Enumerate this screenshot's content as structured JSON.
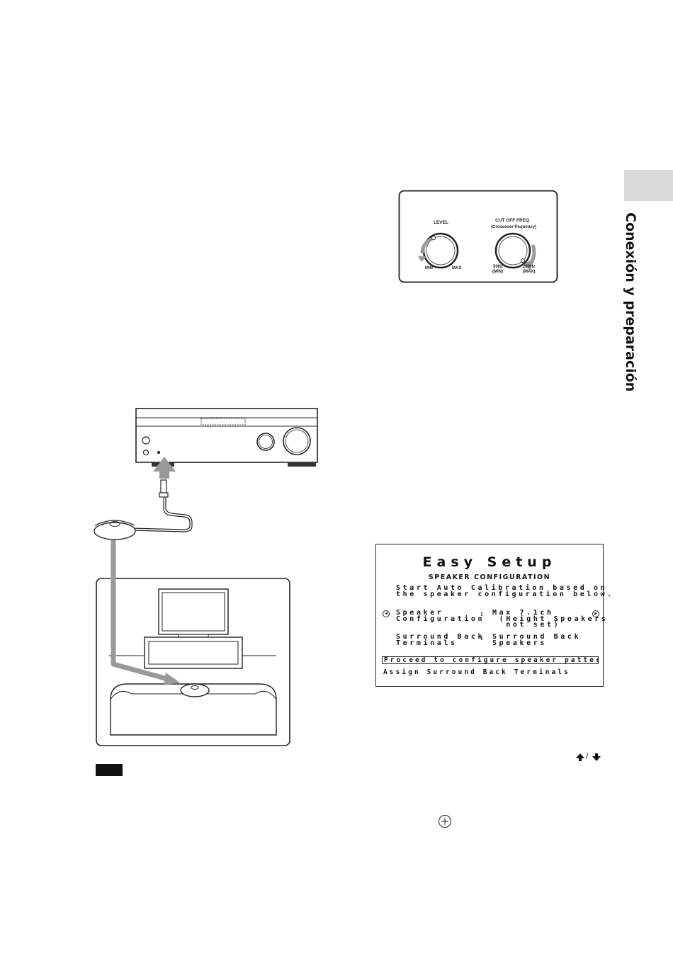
{
  "side_tab": {
    "title": "Conexión y preparación"
  },
  "knob_panel": {
    "level_label": "LEVEL",
    "level_min": "MIN",
    "level_max": "MAX",
    "cutoff_title": "CUT OFF FREQ",
    "cutoff_subtitle": "(Crossover frequency)",
    "cutoff_min_line1": "50Hz",
    "cutoff_min_line2": "(MIN)",
    "cutoff_max_line1": "200Hz",
    "cutoff_max_line2": "(MAX)"
  },
  "setup_screen": {
    "title": "Easy Setup",
    "subtitle": "SPEAKER CONFIGURATION",
    "instruction": "Start Auto Calibration based on\nthe speaker configuration below.",
    "rows": [
      {
        "label": "Speaker\nConfiguration",
        "value": "Max 7.1ch\n (Height Speakers\n  not set)"
      },
      {
        "label": "Surround Back\nTerminals",
        "value": "Surround Back\nSpeakers"
      }
    ],
    "menu": [
      "Proceed to configure speaker pattern",
      "Assign Surround Back Terminals"
    ]
  },
  "icons": [
    "up-arrow-icon",
    "down-arrow-icon",
    "enter-icon",
    "left-arrow-icon",
    "right-arrow-icon"
  ],
  "separator": "/"
}
